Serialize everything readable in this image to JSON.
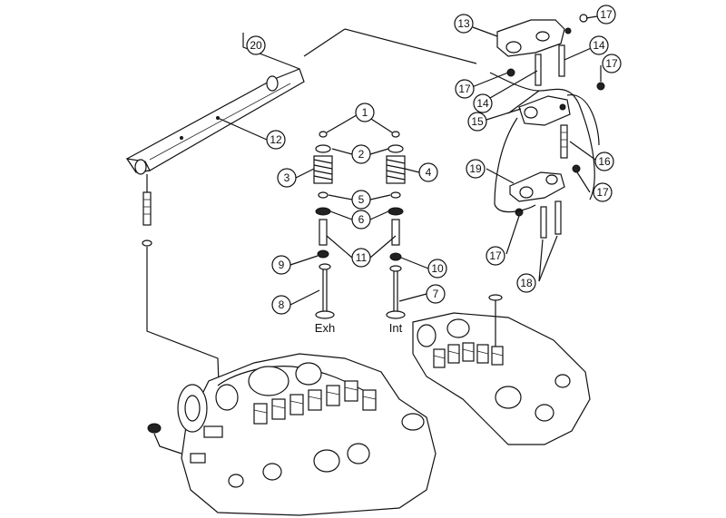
{
  "figure": {
    "labels": {
      "exhaust": "Exh",
      "intake": "Int"
    },
    "callouts": [
      "1",
      "2",
      "3",
      "4",
      "5",
      "6",
      "7",
      "8",
      "9",
      "10",
      "11",
      "12",
      "13",
      "14",
      "14",
      "15",
      "16",
      "17",
      "17",
      "17",
      "17",
      "17",
      "18",
      "19",
      "20"
    ]
  }
}
